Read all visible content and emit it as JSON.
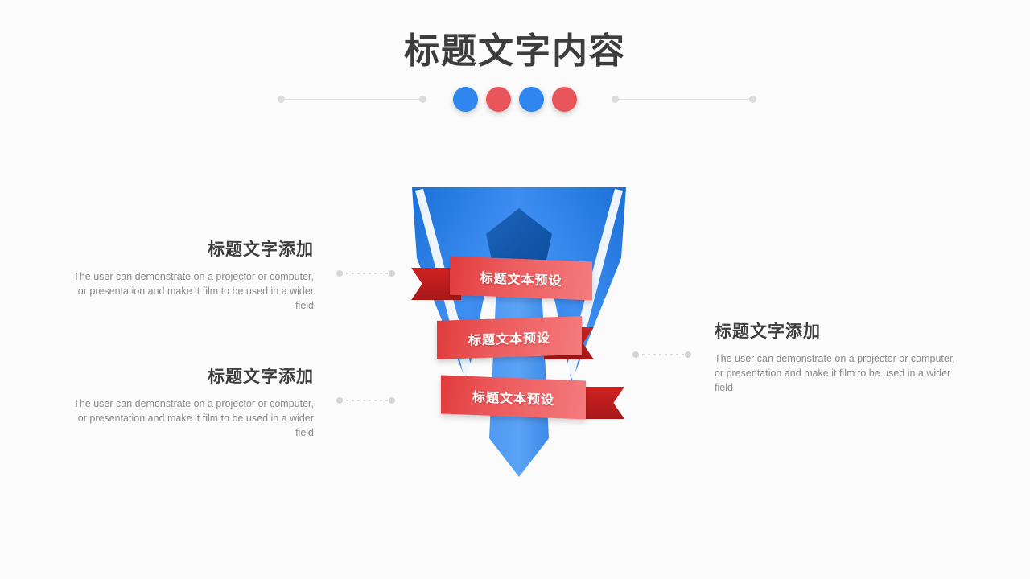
{
  "slide": {
    "background_color": "#fbfbfb",
    "title": "标题文字内容"
  },
  "header": {
    "accent_dots": [
      {
        "name": "dot-blue-1",
        "color": "#2f86ee"
      },
      {
        "name": "dot-red-1",
        "color": "#e8565c"
      },
      {
        "name": "dot-blue-2",
        "color": "#2f86ee"
      },
      {
        "name": "dot-red-2",
        "color": "#e8565c"
      }
    ],
    "divider_color": "#e2e2e2",
    "divider_dot_color": "#dcdcdc"
  },
  "blocks": {
    "left_top": {
      "heading": "标题文字添加",
      "body": "The user can demonstrate on a projector or computer, or presentation and make it film to be used in a wider field"
    },
    "left_bottom": {
      "heading": "标题文字添加",
      "body": "The user can demonstrate on a projector or computer, or presentation and make it film to be used in a wider field"
    },
    "right": {
      "heading": "标题文字添加",
      "body": "The user can demonstrate on a projector or computer, or presentation and make it film to be used in a wider field"
    }
  },
  "graphic": {
    "type": "necktie-ribbon-infographic",
    "tie_color_light": "#5ba3f5",
    "tie_color_mid": "#2f7fe0",
    "tie_knot_color": "#1155a8",
    "collar_color": "#3d8ef0",
    "ribbons": [
      {
        "label": "标题文本预设",
        "tail_side": "left",
        "color": "#ec5a5c",
        "tail_color": "#c82020"
      },
      {
        "label": "标题文本预设",
        "tail_side": "none",
        "color": "#ec5a5c",
        "tail_color": "#c82020"
      },
      {
        "label": "标题文本预设",
        "tail_side": "right",
        "color": "#ec5a5c",
        "tail_color": "#c82020"
      }
    ]
  }
}
